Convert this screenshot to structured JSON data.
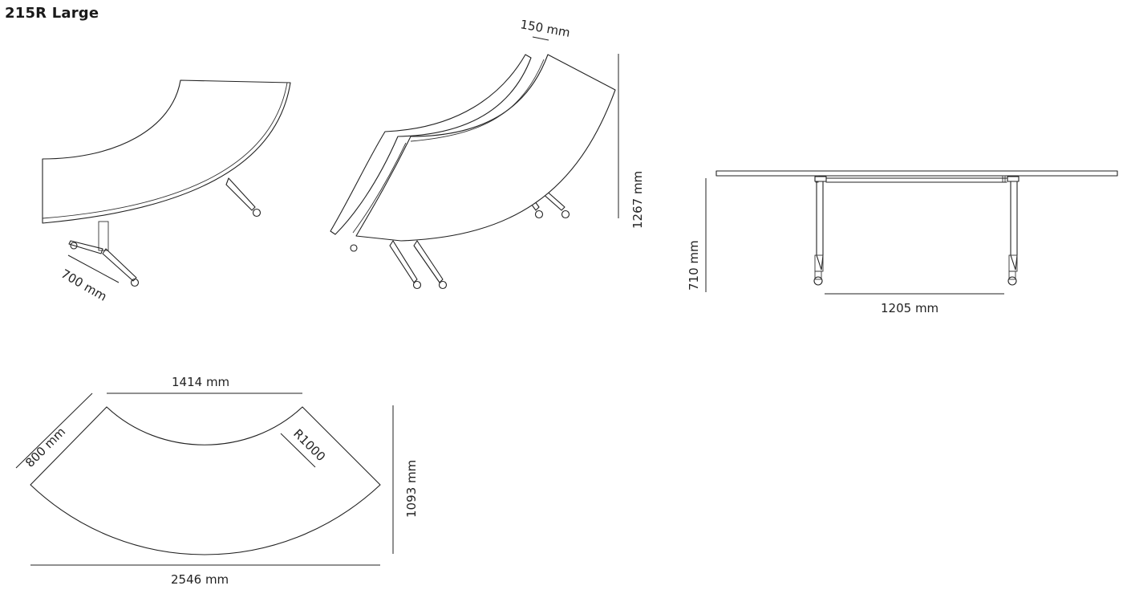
{
  "title": "215R Large",
  "dimensions": {
    "depth": "700 mm",
    "thickness_offset": "150 mm",
    "stacked_height": "1267 mm",
    "height": "710 mm",
    "leg_span": "1205 mm",
    "inner_chord": "1414 mm",
    "width_800": "800 mm",
    "radius": "R1000",
    "plan_depth": "1093 mm",
    "outer_width": "2546 mm"
  }
}
